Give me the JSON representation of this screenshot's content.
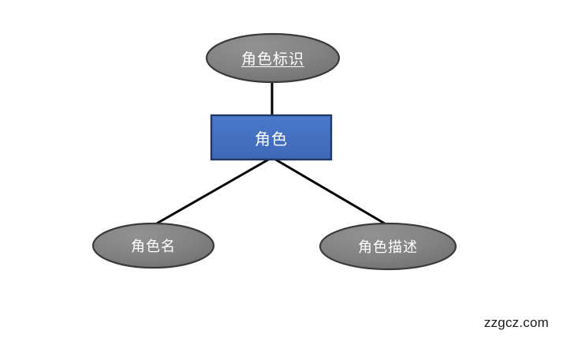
{
  "diagram": {
    "type": "er-diagram",
    "background_color": "#ffffff",
    "entity": {
      "label": "角色",
      "shape": "rectangle",
      "fill_color": "#4472C4",
      "border_color": "#1F3864",
      "text_color": "#FFFFFF"
    },
    "attributes": [
      {
        "label": "角色标识",
        "shape": "ellipse",
        "is_primary_key": true,
        "underlined": true,
        "fill_color": "#808080",
        "border_color": "#3A3A3A",
        "text_color": "#FFFFFF",
        "position": "top"
      },
      {
        "label": "角色名",
        "shape": "ellipse",
        "is_primary_key": false,
        "underlined": false,
        "fill_color": "#808080",
        "border_color": "#3A3A3A",
        "text_color": "#FFFFFF",
        "position": "bottom-left"
      },
      {
        "label": "角色描述",
        "shape": "ellipse",
        "is_primary_key": false,
        "underlined": false,
        "fill_color": "#808080",
        "border_color": "#3A3A3A",
        "text_color": "#FFFFFF",
        "position": "bottom-right"
      }
    ],
    "connectors": [
      {
        "from": "角色标识",
        "to": "角色",
        "style": "solid",
        "color": "#000000"
      },
      {
        "from": "角色",
        "to": "角色名",
        "style": "solid",
        "color": "#000000"
      },
      {
        "from": "角色",
        "to": "角色描述",
        "style": "solid",
        "color": "#000000"
      }
    ]
  },
  "watermark": {
    "text": "zzgcz.com"
  }
}
